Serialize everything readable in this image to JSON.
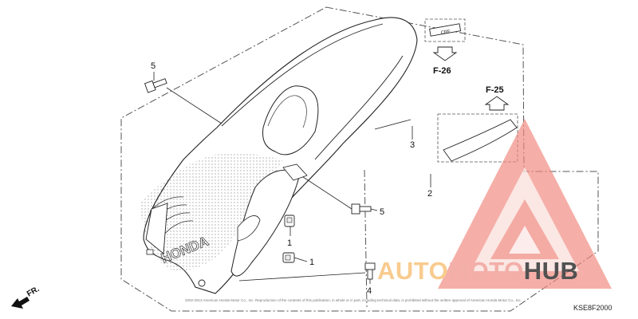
{
  "diagram": {
    "part_code": "KSE8F2000",
    "copyright": "2002-2013 American Honda Motor Co., Inc. Reproduction of the contents of this publication, in whole or in part, including technical data, is prohibited without the written approval of American Honda Motor Co., Inc.",
    "direction_label": "FR.",
    "decal_text": "CRF",
    "fender_brand": "HONDA",
    "refs": [
      {
        "label": "F-26",
        "arrow": "down"
      },
      {
        "label": "F-25",
        "arrow": "up"
      }
    ],
    "callouts": [
      "1",
      "1",
      "2",
      "3",
      "4",
      "5",
      "5"
    ]
  },
  "watermark": {
    "brand_part1": "AUTO",
    "brand_part2": "MOTO",
    "brand_part3": "HUB",
    "colors": {
      "primary": "#f0564a",
      "secondary": "#f7c27b",
      "dark": "#333333"
    }
  }
}
